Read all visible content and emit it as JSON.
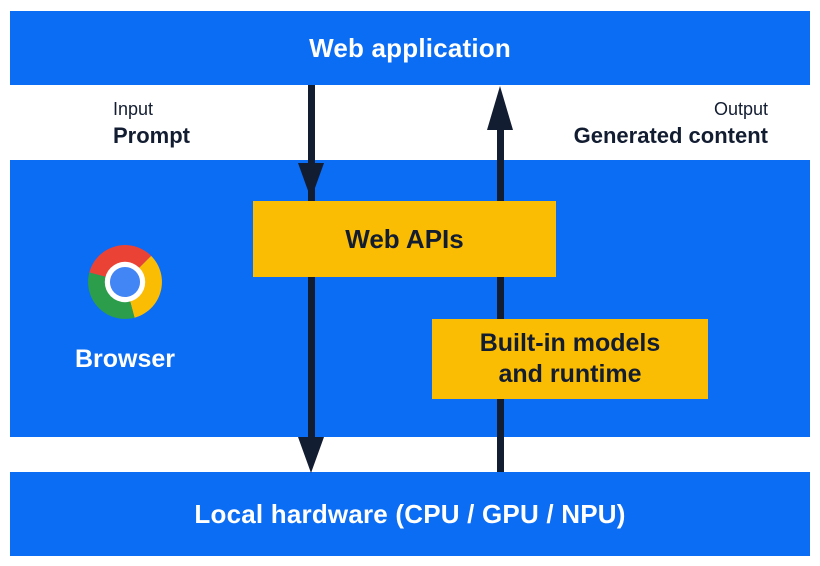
{
  "diagram_title": "Web application / Browser / Local hardware built-in AI flow",
  "colors": {
    "blue": "#0B6CF4",
    "yellow": "#FBBC04",
    "navy": "#131D32",
    "white": "#FFFFFF",
    "chrome_red": "#EA4335",
    "chrome_yellow": "#FBBC04",
    "chrome_green": "#2C9E4B",
    "chrome_blue": "#4285F4"
  },
  "top_bar": {
    "label": "Web application"
  },
  "io_labels": {
    "input_caption": "Input",
    "input_label": "Prompt",
    "output_caption": "Output",
    "output_label": "Generated content"
  },
  "browser_section": {
    "browser_label": "Browser",
    "logo_icon": "chrome-logo",
    "web_apis_label": "Web APIs",
    "builtin_line1": "Built-in models",
    "builtin_line2": "and runtime"
  },
  "arrows": {
    "down_arrow": "prompt flow: web application → web APIs → local hardware",
    "up_arrow": "generated content flow: local hardware → built-in models → web application"
  },
  "bottom_bar": {
    "label": "Local hardware (CPU / GPU / NPU)"
  }
}
